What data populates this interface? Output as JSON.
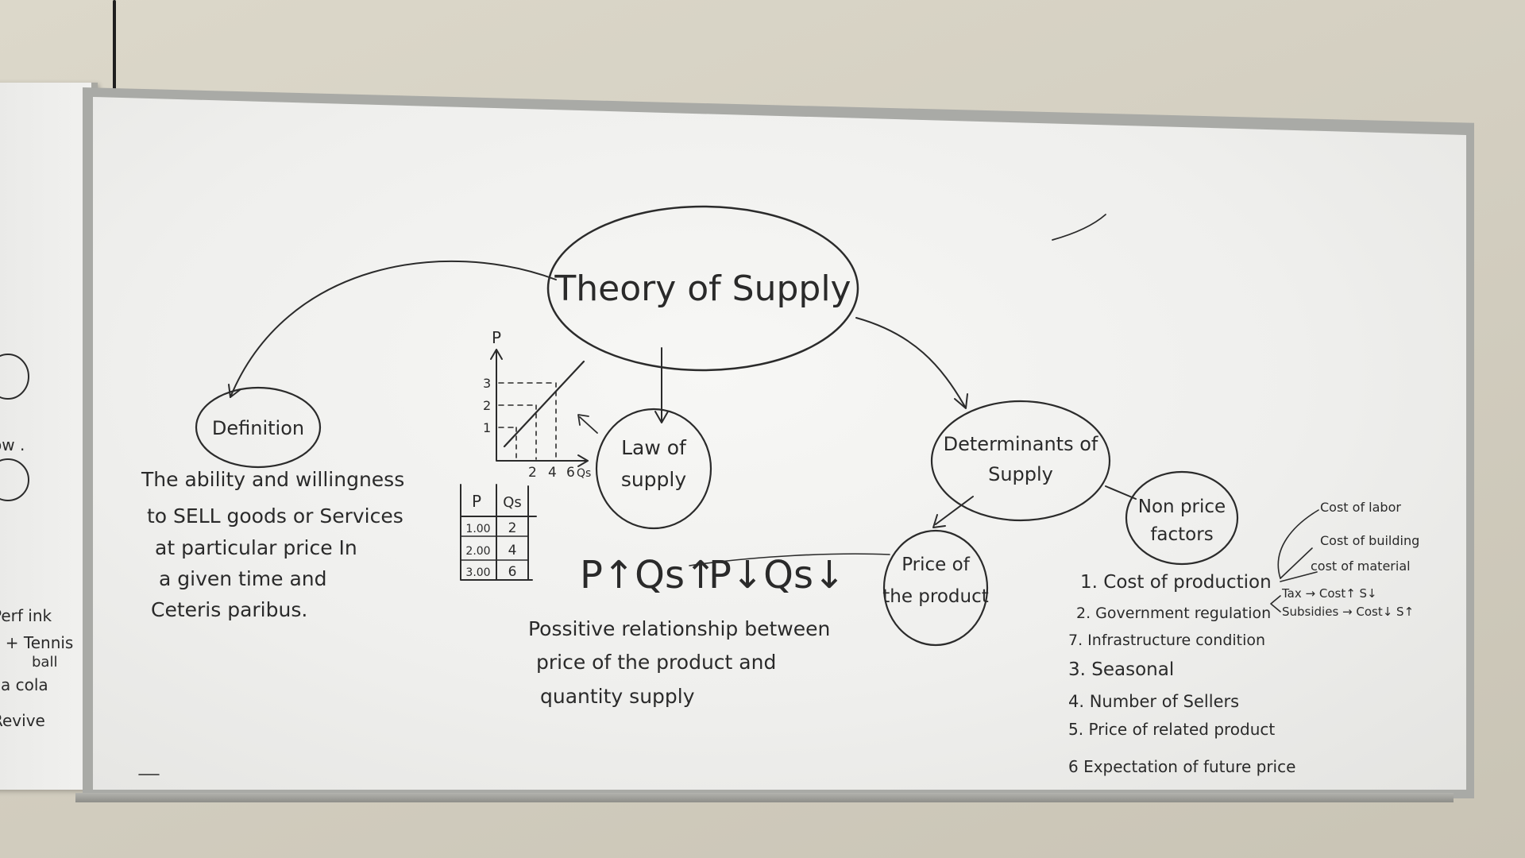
{
  "board": {
    "title": "Theory of Supply",
    "definition": {
      "label": "Definition",
      "text_lines": [
        "The ability and willingness",
        "to SELL goods or Services",
        "at particular price In",
        "a given time and",
        "Ceteris paribus."
      ]
    },
    "law_of_supply": {
      "label_lines": [
        "Law of",
        "supply"
      ],
      "graph": {
        "y_axis": "P",
        "y_ticks": [
          "3",
          "2",
          "1"
        ],
        "x_ticks": [
          "2",
          "4",
          "6"
        ],
        "x_axis": "Qs"
      },
      "table": {
        "headers": [
          "P",
          "Qs"
        ],
        "rows": [
          [
            "1.00",
            "2"
          ],
          [
            "2.00",
            "4"
          ],
          [
            "3.00",
            "6"
          ]
        ]
      },
      "formula_up": "P↑Qs↑",
      "formula_down": "P↓Qs↓",
      "relationship_lines": [
        "Possitive relationship between",
        "price of the product and",
        "quantity supply"
      ]
    },
    "determinants": {
      "label_lines": [
        "Determinants of",
        "Supply"
      ],
      "price_of_product_lines": [
        "Price of",
        "the product"
      ],
      "non_price_lines": [
        "Non price",
        "factors"
      ],
      "factors": [
        "1. Cost of production",
        "2. Government regulation",
        "7. Infrastructure condition",
        "3. Seasonal",
        "4. Number of Sellers",
        "5. Price of related product",
        "6 Expectation of future price"
      ],
      "cost_items": [
        "Cost of labor",
        "Cost of building",
        "cost of material"
      ],
      "regulation_items": [
        "Tax → Cost↑ S↓",
        "Subsidies → Cost↓ S↑"
      ]
    },
    "left_board_fragments": [
      "ow .",
      "Perf ink",
      "s + Tennis",
      "ball",
      "ca cola",
      "Revive"
    ]
  }
}
